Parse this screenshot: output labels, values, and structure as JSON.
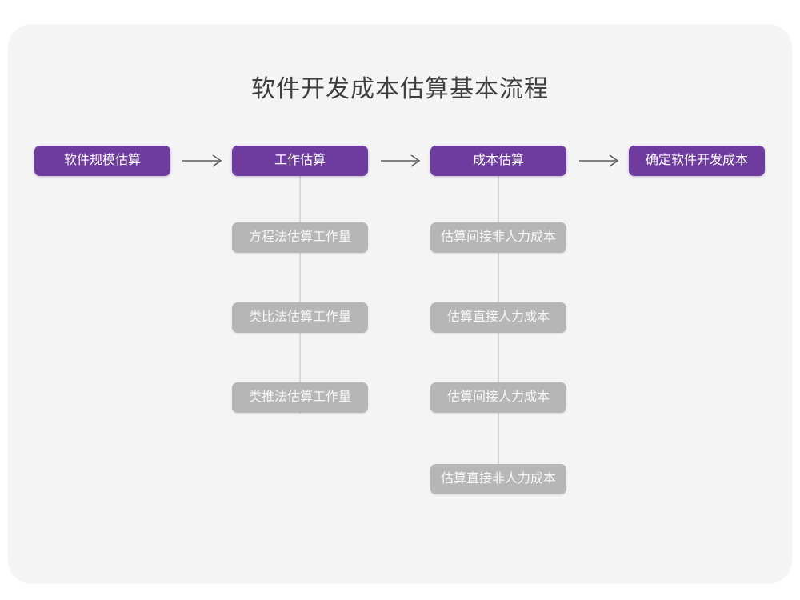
{
  "title": "软件开发成本估算基本流程",
  "colors": {
    "page_background": "#ffffff",
    "card_background": "#f4f4f5",
    "primary_node": "#6e3c9f",
    "primary_node_text": "#ffffff",
    "secondary_node": "#b6b6b6",
    "secondary_node_text": "#f7f7f7",
    "connector_line": "#d9d9d9",
    "arrow": "#5d5d5d",
    "title_text": "#3f3f3f"
  },
  "chart_data": {
    "type": "diagram",
    "diagram_kind": "flowchart",
    "title": "软件开发成本估算基本流程",
    "orientation": "left-to-right main flow with vertical sub-step branches",
    "stages": [
      {
        "id": "stage-1",
        "label": "软件规模估算",
        "level": "primary",
        "substeps": []
      },
      {
        "id": "stage-2",
        "label": "工作估算",
        "level": "primary",
        "substeps": [
          "方程法估算工作量",
          "类比法估算工作量",
          "类推法估算工作量"
        ]
      },
      {
        "id": "stage-3",
        "label": "成本估算",
        "level": "primary",
        "substeps": [
          "估算间接非人力成本",
          "估算直接人力成本",
          "估算间接人力成本",
          "估算直接非人力成本"
        ]
      },
      {
        "id": "stage-4",
        "label": "确定软件开发成本",
        "level": "primary",
        "substeps": []
      }
    ],
    "connectors": [
      {
        "from": "stage-1",
        "to": "stage-2",
        "glyph": "⟶",
        "kind": "arrow"
      },
      {
        "from": "stage-2",
        "to": "stage-3",
        "glyph": "⟶",
        "kind": "arrow"
      },
      {
        "from": "stage-3",
        "to": "stage-4",
        "glyph": "⟶",
        "kind": "arrow"
      },
      {
        "from": "stage-2",
        "to": "stage-2-substeps",
        "kind": "vertical-line"
      },
      {
        "from": "stage-3",
        "to": "stage-3-substeps",
        "kind": "vertical-line"
      }
    ],
    "arrow_glyph": "⟶",
    "legend": [],
    "annotations": []
  },
  "nodes": {
    "stage1": "软件规模估算",
    "stage2": "工作估算",
    "stage3": "成本估算",
    "stage4": "确定软件开发成本",
    "col2": {
      "s1": "方程法估算工作量",
      "s2": "类比法估算工作量",
      "s3": "类推法估算工作量"
    },
    "col3": {
      "s1": "估算间接非人力成本",
      "s2": "估算直接人力成本",
      "s3": "估算间接人力成本",
      "s4": "估算直接非人力成本"
    }
  }
}
